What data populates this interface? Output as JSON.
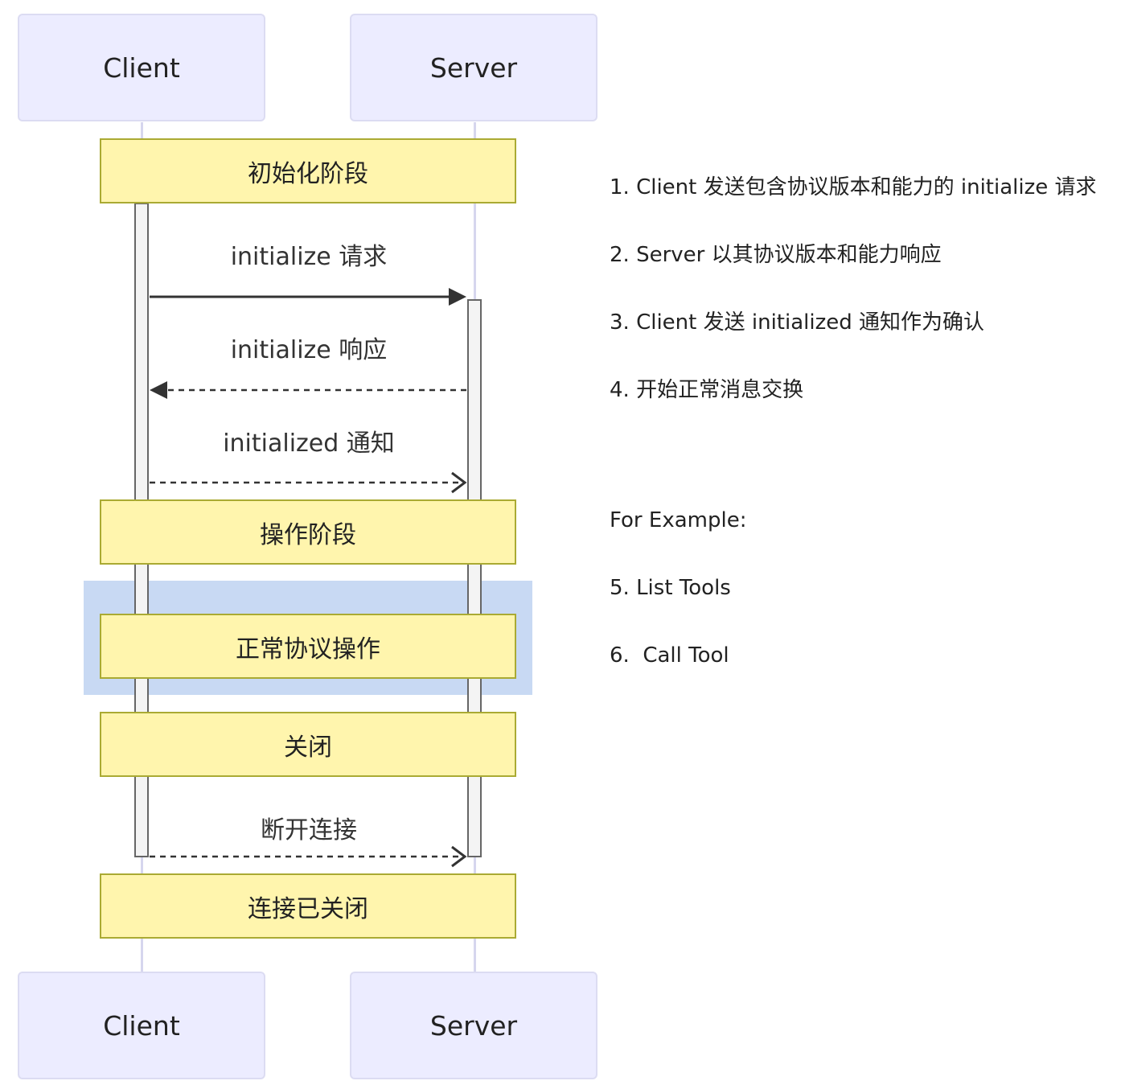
{
  "diagram": {
    "participants": {
      "client": "Client",
      "server": "Server"
    },
    "notes": {
      "init_phase": "初始化阶段",
      "operation_phase": "操作阶段",
      "normal_ops": "正常协议操作",
      "close": "关闭",
      "closed": "连接已关闭"
    },
    "messages": {
      "init_request": "initialize 请求",
      "init_response": "initialize 响应",
      "initialized_notify": "initialized 通知",
      "disconnect": "断开连接"
    }
  },
  "side_notes": {
    "step1": "1. Client 发送包含协议版本和能力的 initialize 请求",
    "step2": "2. Server 以其协议版本和能力响应",
    "step3": "3. Client 发送 initialized 通知作为确认",
    "step4": "4. 开始正常消息交换",
    "example_heading": "For Example:",
    "step5": "5. List Tools",
    "step6": "6.  Call Tool"
  },
  "colors": {
    "actor_fill": "#ECECFF",
    "note_fill": "#FFF5AD",
    "highlight_fill": "#C8D9F3",
    "arrow": "#333333"
  }
}
